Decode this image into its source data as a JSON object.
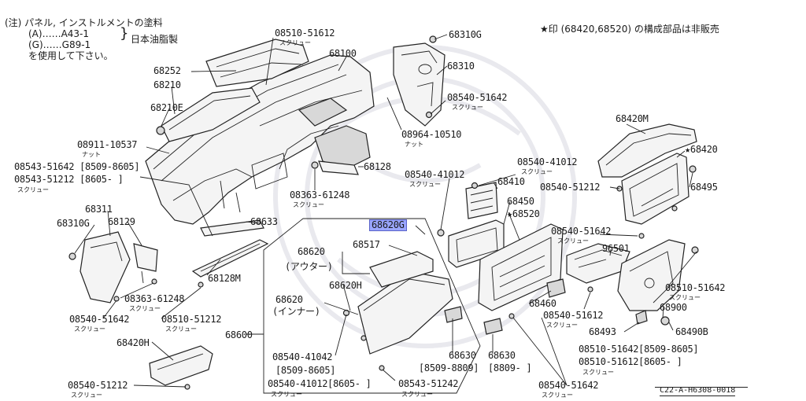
{
  "note": {
    "line1": "(注) パネル, インストルメントの塗料",
    "line2": "(A)……A43-1",
    "line3": "(G)……G89-1",
    "maker": "日本油脂製",
    "line4": "を使用して下さい。"
  },
  "star_note": "★印 (68420,68520) の構成部品は非販売",
  "diagram_code": "C22-A-H6308-0018",
  "labels": {
    "p08510_51612_top": "08510-51612",
    "p08510_51612_top_sub": "スクリュー",
    "p68310G_top": "68310G",
    "p68100": "68100",
    "p68252": "68252",
    "p68310": "68310",
    "p68210": "68210",
    "p08540_51642_top": "08540-51642",
    "p08540_51642_top_sub": "スクリュー",
    "p68210E": "68210E",
    "p08964_10510": "08964-10510",
    "p08964_sub": "ナット",
    "p68420M": "68420M",
    "p08911_10537": "08911-10537",
    "p08911_sub": "ナット",
    "p68420": "★68420",
    "p08543_51642": "08543-51642 [8509-8605]",
    "p08543_51212": "08543-51212 [8605-    ]",
    "p08543_sub": "スクリュー",
    "p68128": "68128",
    "p08540_41012_a": "08540-41012",
    "p08540_41012_a_sub": "スクリュー",
    "p08540_41012_b": "08540-41012",
    "p08540_41012_b_sub": "スクリュー",
    "p68410": "68410",
    "p08540_51212_r": "08540-51212",
    "p68495": "68495",
    "p08363_61248_a": "08363-61248",
    "p08363_a_sub": "スクリュー",
    "p68450": "68450",
    "p68520": "★68520",
    "p68311": "68311",
    "p68633": "68633",
    "p68310G_left": "68310G",
    "p68129": "68129",
    "p68620G": "68620G",
    "p08540_51642_mr": "08540-51642",
    "p08540_51642_mr_sub": "スクリュー",
    "p96501": "96501",
    "p68620": "68620",
    "p68517": "68517",
    "p68620_outer": "(アウター)",
    "p68128M": "68128M",
    "p08510_51642_r": "08510-51642",
    "p08510_51642_r_sub": "スクリュー",
    "p68620H": "68620H",
    "p08363_61248_b": "08363-61248",
    "p08363_b_sub": "スクリュー",
    "p68620_inner_num": "68620",
    "p68620_inner": "(インナー)",
    "p68460": "68460",
    "p08540_51612": "08540-51612",
    "p08540_51612_sub": "スクリュー",
    "p68900": "68900",
    "p08540_51642_l": "08540-51642",
    "p08540_51642_l_sub": "スクリュー",
    "p08510_51212": "08510-51212",
    "p08510_51212_sub": "スクリュー",
    "p68493": "68493",
    "p68490B": "68490B",
    "p68600": "68600",
    "p68420H": "68420H",
    "p08540_41042": "08540-41042",
    "p08540_41042_date": "[8509-8605]",
    "p08540_41012_c": "08540-41012[8605-    ]",
    "p08540_41012_c_sub": "スクリュー",
    "p68630_a": "68630",
    "p68630_a_date": "[8509-8809]",
    "p68630_b": "68630",
    "p68630_b_date": "[8809-     ]",
    "p08510_51642_d": "08510-51642[8509-8605]",
    "p08510_51612_d": "08510-51612[8605-    ]",
    "p08510_51612_d_sub": "スクリュー",
    "p08543_51242": "08543-51242",
    "p08543_51242_sub": "スクリュー",
    "p08540_51212_bl": "08540-51212",
    "p08540_51212_bl_sub": "スクリュー",
    "p08540_51642_b": "08540-51642",
    "p08540_51642_b_sub": "スクリュー"
  },
  "highlight_color": "#9aa6ff"
}
